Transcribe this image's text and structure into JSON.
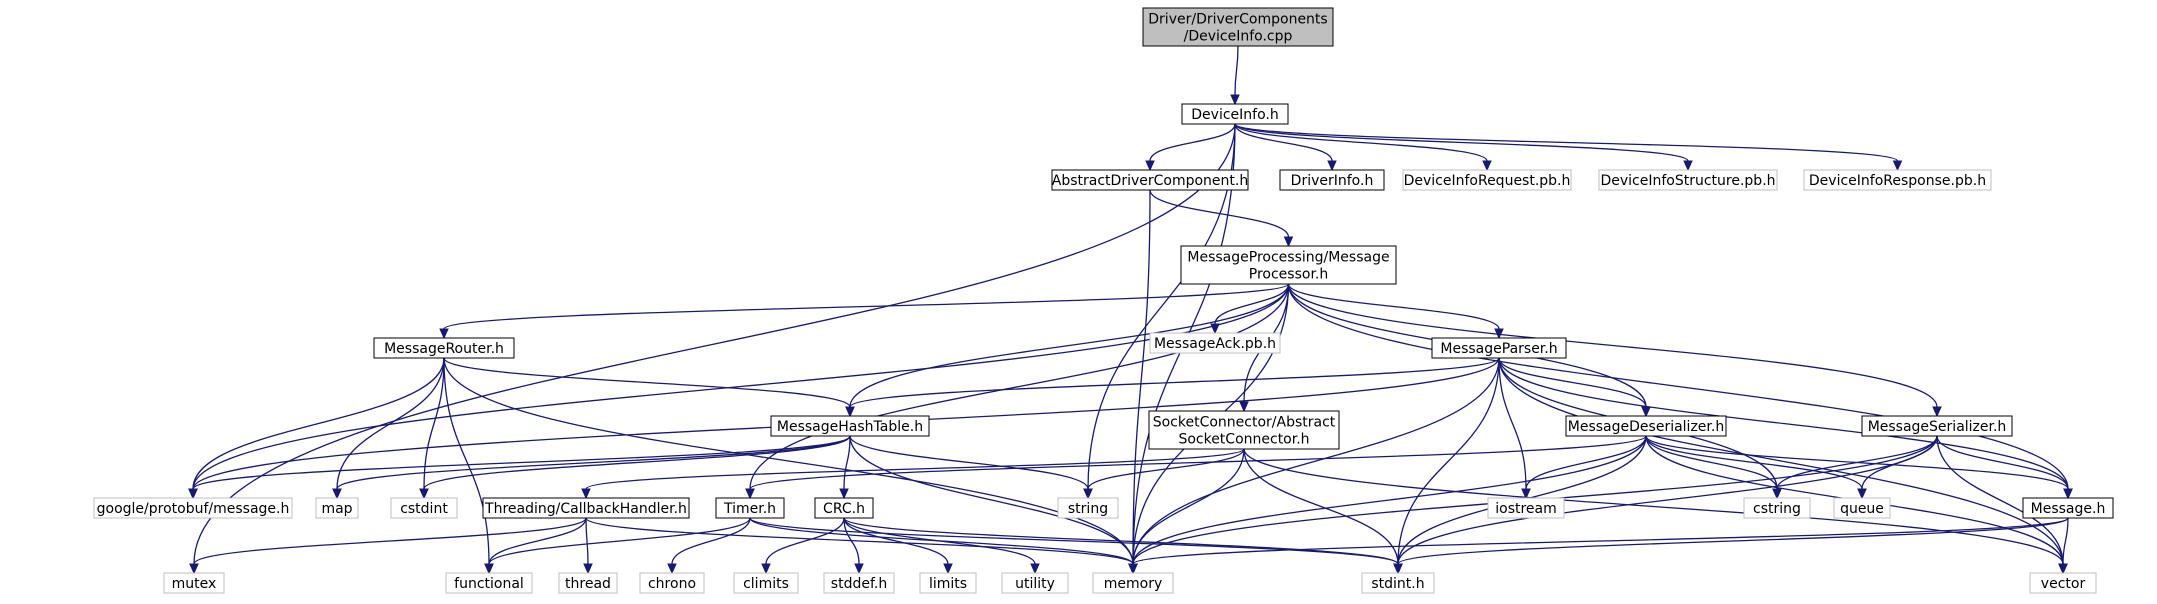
{
  "diagram": {
    "title_lines": [
      "Driver/DriverComponents",
      "/DeviceInfo.cpp"
    ],
    "colors": {
      "edge": "#191970",
      "root_fill": "#bfbfbf",
      "node_border": "#000000",
      "external_border": "#bfbfbf",
      "background": "#ffffff"
    },
    "nodes": [
      {
        "id": "root",
        "kind": "root",
        "lines": [
          "Driver/DriverComponents",
          "/DeviceInfo.cpp"
        ]
      },
      {
        "id": "deviceinfo_h",
        "kind": "local",
        "lines": [
          "DeviceInfo.h"
        ]
      },
      {
        "id": "abstract_driver",
        "kind": "local",
        "lines": [
          "AbstractDriverComponent.h"
        ]
      },
      {
        "id": "driverinfo_h",
        "kind": "local",
        "lines": [
          "DriverInfo.h"
        ]
      },
      {
        "id": "devinfo_request",
        "kind": "external",
        "lines": [
          "DeviceInfoRequest.pb.h"
        ]
      },
      {
        "id": "devinfo_structure",
        "kind": "external",
        "lines": [
          "DeviceInfoStructure.pb.h"
        ]
      },
      {
        "id": "devinfo_response",
        "kind": "external",
        "lines": [
          "DeviceInfoResponse.pb.h"
        ]
      },
      {
        "id": "msg_processor",
        "kind": "local",
        "lines": [
          "MessageProcessing/Message",
          "Processor.h"
        ]
      },
      {
        "id": "msg_ack",
        "kind": "external",
        "lines": [
          "MessageAck.pb.h"
        ]
      },
      {
        "id": "msg_router",
        "kind": "local",
        "lines": [
          "MessageRouter.h"
        ]
      },
      {
        "id": "msg_parser",
        "kind": "local",
        "lines": [
          "MessageParser.h"
        ]
      },
      {
        "id": "msg_hashtable",
        "kind": "local",
        "lines": [
          "MessageHashTable.h"
        ]
      },
      {
        "id": "socket_connector",
        "kind": "local",
        "lines": [
          "SocketConnector/Abstract",
          "SocketConnector.h"
        ]
      },
      {
        "id": "msg_deserializer",
        "kind": "local",
        "lines": [
          "MessageDeserializer.h"
        ]
      },
      {
        "id": "msg_serializer",
        "kind": "local",
        "lines": [
          "MessageSerializer.h"
        ]
      },
      {
        "id": "protobuf_message",
        "kind": "external",
        "lines": [
          "google/protobuf/message.h"
        ]
      },
      {
        "id": "map",
        "kind": "external",
        "lines": [
          "map"
        ]
      },
      {
        "id": "cstdint",
        "kind": "external",
        "lines": [
          "cstdint"
        ]
      },
      {
        "id": "callback_handler",
        "kind": "local",
        "lines": [
          "Threading/CallbackHandler.h"
        ]
      },
      {
        "id": "timer_h",
        "kind": "local",
        "lines": [
          "Timer.h"
        ]
      },
      {
        "id": "crc_h",
        "kind": "local",
        "lines": [
          "CRC.h"
        ]
      },
      {
        "id": "string",
        "kind": "external",
        "lines": [
          "string"
        ]
      },
      {
        "id": "iostream",
        "kind": "external",
        "lines": [
          "iostream"
        ]
      },
      {
        "id": "cstring",
        "kind": "external",
        "lines": [
          "cstring"
        ]
      },
      {
        "id": "queue",
        "kind": "external",
        "lines": [
          "queue"
        ]
      },
      {
        "id": "message_h",
        "kind": "local",
        "lines": [
          "Message.h"
        ]
      },
      {
        "id": "mutex",
        "kind": "external",
        "lines": [
          "mutex"
        ]
      },
      {
        "id": "functional",
        "kind": "external",
        "lines": [
          "functional"
        ]
      },
      {
        "id": "thread",
        "kind": "external",
        "lines": [
          "thread"
        ]
      },
      {
        "id": "chrono",
        "kind": "external",
        "lines": [
          "chrono"
        ]
      },
      {
        "id": "climits",
        "kind": "external",
        "lines": [
          "climits"
        ]
      },
      {
        "id": "stddef",
        "kind": "external",
        "lines": [
          "stddef.h"
        ]
      },
      {
        "id": "limits",
        "kind": "external",
        "lines": [
          "limits"
        ]
      },
      {
        "id": "utility",
        "kind": "external",
        "lines": [
          "utility"
        ]
      },
      {
        "id": "memory",
        "kind": "external",
        "lines": [
          "memory"
        ]
      },
      {
        "id": "stdint",
        "kind": "external",
        "lines": [
          "stdint.h"
        ]
      },
      {
        "id": "vector",
        "kind": "external",
        "lines": [
          "vector"
        ]
      }
    ],
    "edges": [
      [
        "root",
        "deviceinfo_h"
      ],
      [
        "deviceinfo_h",
        "abstract_driver"
      ],
      [
        "deviceinfo_h",
        "driverinfo_h"
      ],
      [
        "deviceinfo_h",
        "devinfo_request"
      ],
      [
        "deviceinfo_h",
        "devinfo_structure"
      ],
      [
        "deviceinfo_h",
        "devinfo_response"
      ],
      [
        "deviceinfo_h",
        "mutex"
      ],
      [
        "deviceinfo_h",
        "string"
      ],
      [
        "deviceinfo_h",
        "memory"
      ],
      [
        "abstract_driver",
        "msg_processor"
      ],
      [
        "abstract_driver",
        "memory"
      ],
      [
        "msg_processor",
        "msg_router"
      ],
      [
        "msg_processor",
        "msg_ack"
      ],
      [
        "msg_processor",
        "msg_parser"
      ],
      [
        "msg_processor",
        "msg_hashtable"
      ],
      [
        "msg_processor",
        "socket_connector"
      ],
      [
        "msg_processor",
        "msg_deserializer"
      ],
      [
        "msg_processor",
        "msg_serializer"
      ],
      [
        "msg_processor",
        "protobuf_message"
      ],
      [
        "msg_processor",
        "timer_h"
      ],
      [
        "msg_processor",
        "memory"
      ],
      [
        "msg_processor",
        "message_h"
      ],
      [
        "msg_router",
        "msg_hashtable"
      ],
      [
        "msg_router",
        "protobuf_message"
      ],
      [
        "msg_router",
        "map"
      ],
      [
        "msg_router",
        "cstdint"
      ],
      [
        "msg_router",
        "functional"
      ],
      [
        "msg_router",
        "memory"
      ],
      [
        "msg_parser",
        "msg_hashtable"
      ],
      [
        "msg_parser",
        "msg_deserializer"
      ],
      [
        "msg_parser",
        "protobuf_message"
      ],
      [
        "msg_parser",
        "iostream"
      ],
      [
        "msg_parser",
        "cstring"
      ],
      [
        "msg_parser",
        "memory"
      ],
      [
        "msg_parser",
        "stdint"
      ],
      [
        "msg_parser",
        "message_h"
      ],
      [
        "msg_parser",
        "vector"
      ],
      [
        "msg_hashtable",
        "protobuf_message"
      ],
      [
        "msg_hashtable",
        "map"
      ],
      [
        "msg_hashtable",
        "cstdint"
      ],
      [
        "msg_hashtable",
        "string"
      ],
      [
        "msg_hashtable",
        "crc_h"
      ],
      [
        "msg_hashtable",
        "memory"
      ],
      [
        "socket_connector",
        "callback_handler"
      ],
      [
        "socket_connector",
        "string"
      ],
      [
        "socket_connector",
        "memory"
      ],
      [
        "socket_connector",
        "stdint"
      ],
      [
        "socket_connector",
        "vector"
      ],
      [
        "msg_deserializer",
        "timer_h"
      ],
      [
        "msg_deserializer",
        "iostream"
      ],
      [
        "msg_deserializer",
        "cstring"
      ],
      [
        "msg_deserializer",
        "queue"
      ],
      [
        "msg_deserializer",
        "message_h"
      ],
      [
        "msg_deserializer",
        "memory"
      ],
      [
        "msg_deserializer",
        "stdint"
      ],
      [
        "msg_deserializer",
        "vector"
      ],
      [
        "msg_serializer",
        "cstring"
      ],
      [
        "msg_serializer",
        "queue"
      ],
      [
        "msg_serializer",
        "message_h"
      ],
      [
        "msg_serializer",
        "memory"
      ],
      [
        "msg_serializer",
        "stdint"
      ],
      [
        "msg_serializer",
        "vector"
      ],
      [
        "callback_handler",
        "mutex"
      ],
      [
        "callback_handler",
        "functional"
      ],
      [
        "callback_handler",
        "thread"
      ],
      [
        "callback_handler",
        "memory"
      ],
      [
        "timer_h",
        "functional"
      ],
      [
        "timer_h",
        "chrono"
      ],
      [
        "timer_h",
        "memory"
      ],
      [
        "timer_h",
        "stdint"
      ],
      [
        "crc_h",
        "climits"
      ],
      [
        "crc_h",
        "stddef"
      ],
      [
        "crc_h",
        "limits"
      ],
      [
        "crc_h",
        "utility"
      ],
      [
        "crc_h",
        "stdint"
      ],
      [
        "message_h",
        "memory"
      ],
      [
        "message_h",
        "stdint"
      ],
      [
        "message_h",
        "vector"
      ]
    ]
  }
}
